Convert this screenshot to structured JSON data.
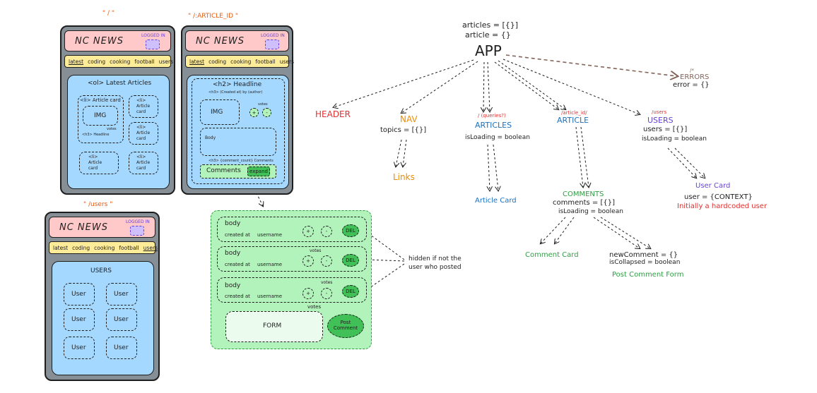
{
  "routes": {
    "home": "\" / \"",
    "article": "\" /:ARTICLE_ID \"",
    "users": "\" /users \""
  },
  "header": {
    "title": "NC NEWS",
    "logged_in": "LOGGED IN"
  },
  "nav_items": [
    "latest",
    "coding",
    "cooking",
    "football",
    "users"
  ],
  "home_page": {
    "heading": "<ol> Latest Articles",
    "li_card": "<li> Article card",
    "img": "IMG",
    "headline_small": "<h3> Headline",
    "votes": "votes",
    "li": "<li>",
    "article_card": "Article card",
    "article": "Article",
    "card": "card"
  },
  "article_page": {
    "headline": "<h2> Headline",
    "created_by": "<h3> (Created at) by (author)",
    "img": "IMG",
    "votes": "votes",
    "plus": "+",
    "minus": "-",
    "body": "Body",
    "comment_count": "<h3> {comment_count} Comments",
    "comments": "Comments",
    "expand": "expand"
  },
  "users_page": {
    "heading": "USERS",
    "user": "User"
  },
  "comments_panel": {
    "body": "body",
    "created_at": "created at",
    "username": "username",
    "votes": "votes",
    "plus": "+",
    "minus": "-",
    "del": "DEL",
    "form": "FORM",
    "post_comment_1": "Post",
    "post_comment_2": "Comment",
    "hidden_note_1": "hidden if not the",
    "hidden_note_2": "user who posted"
  },
  "tree": {
    "app_state_1": "articles = [{}]",
    "app_state_2": "article = {}",
    "app": "APP",
    "errors_slash": "/*",
    "errors": "ERRORS",
    "error_state": "error = {}",
    "header": "HEADER",
    "nav": "NAV",
    "topics": "topics = [{}]",
    "links": "Links",
    "articles_route": "/ (queries?)",
    "articles": "ARTICLES",
    "is_loading": "isLoading = boolean",
    "article_card": "Article Card",
    "article_route": "/article_id/",
    "article": "ARTICLE",
    "comments": "COMMENTS",
    "comments_state": "comments = [{}]",
    "comments_loading": "isLoading = boolean",
    "comment_card": "Comment Card",
    "new_comment": "newComment = {}",
    "is_collapsed": "isCollapsed = boolean",
    "post_comment_form": "Post Comment Form",
    "users_route": "/users",
    "users": "USERS",
    "users_state": "users = [{}]",
    "users_loading": "isLoading = boolean",
    "user_card": "User Card",
    "user_context": "user = {CONTEXT}",
    "hardcoded": "Initially a hardcoded user"
  },
  "colors": {
    "route_orange": "#e8590c",
    "header_red": "#e03131",
    "nav_orange": "#f08c00",
    "articles_blue": "#1971c2",
    "users_purple": "#6741d9",
    "comments_green": "#2f9e44",
    "errors_brown": "#846358",
    "hint_red": "#e03131"
  }
}
